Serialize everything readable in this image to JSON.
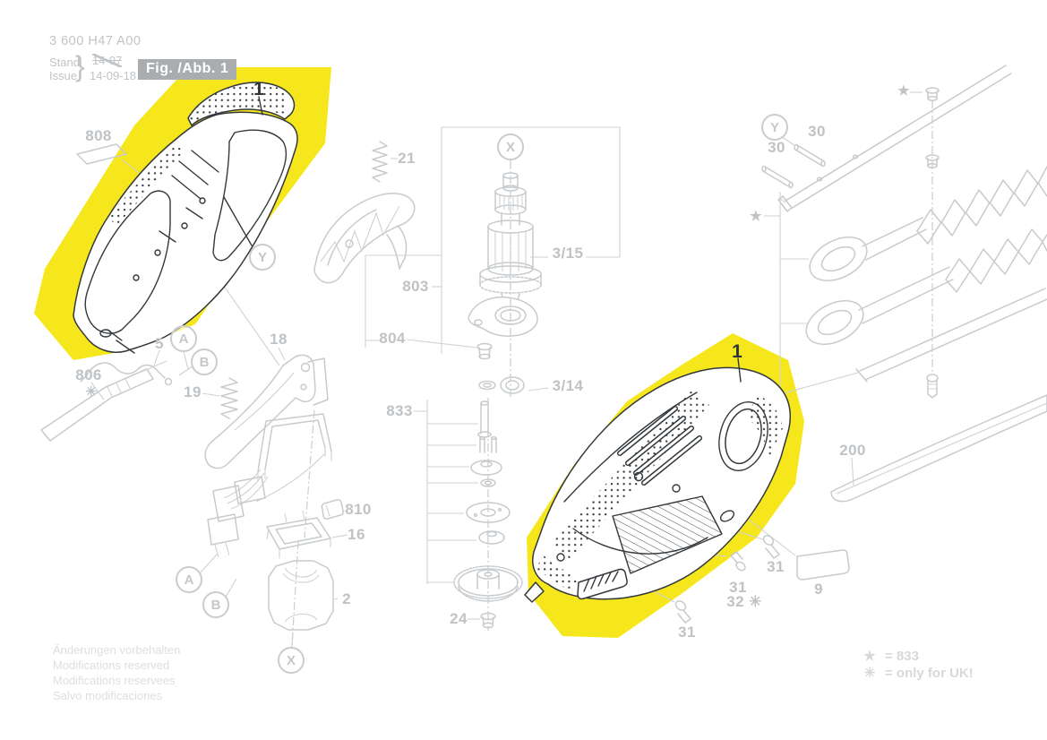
{
  "header": {
    "type_number": "3 600 H47 A00",
    "stand_label": "Stand",
    "issue_label": "Issue",
    "brace": "}",
    "date_superseded": "14-07",
    "date_current": "14-09-18",
    "figure_label": "Fig. /Abb. 1"
  },
  "footer": {
    "revision_notes": [
      "Änderungen vorbehalten",
      "Modifications reserved",
      "Modifications reservees",
      "Salvo modificaciones"
    ],
    "legend": [
      {
        "symbol": "★",
        "meaning": "=  833"
      },
      {
        "symbol": "✳",
        "meaning": "=  only for UK!"
      }
    ]
  },
  "labels": [
    {
      "text": "1"
    },
    {
      "text": "1"
    },
    {
      "text": "808"
    },
    {
      "text": "21"
    },
    {
      "text": "803"
    },
    {
      "text": "3/15"
    },
    {
      "text": "804"
    },
    {
      "text": "3/14"
    },
    {
      "text": "833"
    },
    {
      "text": "24"
    },
    {
      "text": "5"
    },
    {
      "text": "19"
    },
    {
      "text": "806"
    },
    {
      "text": "✳"
    },
    {
      "text": "18"
    },
    {
      "text": "810"
    },
    {
      "text": "16"
    },
    {
      "text": "2"
    },
    {
      "text": "30"
    },
    {
      "text": "30"
    },
    {
      "text": "★"
    },
    {
      "text": "★"
    },
    {
      "text": "200"
    },
    {
      "text": "31"
    },
    {
      "text": "31"
    },
    {
      "text": "32 ✳"
    },
    {
      "text": "31"
    },
    {
      "text": "9"
    }
  ],
  "markers": [
    {
      "letter": "Y"
    },
    {
      "letter": "A"
    },
    {
      "letter": "B"
    },
    {
      "letter": "X"
    },
    {
      "letter": "A"
    },
    {
      "letter": "B"
    },
    {
      "letter": "X"
    },
    {
      "letter": "Y"
    }
  ],
  "colors": {
    "highlight_yellow": "#f6e71d",
    "dark_line": "#33383c",
    "light_line": "#c7cbce",
    "label_gray": "#bfc3c6",
    "faint_gray": "#dcdee0",
    "figure_box_bg": "#a9adb0",
    "figure_box_text": "#ffffff"
  }
}
